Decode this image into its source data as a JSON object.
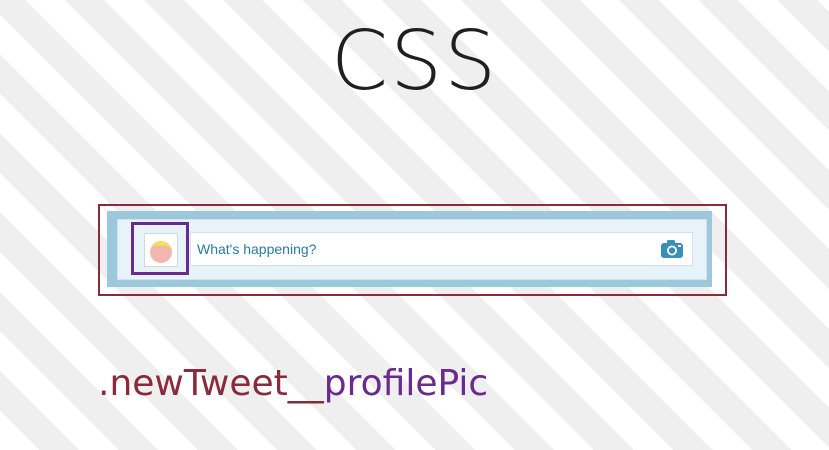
{
  "slide": {
    "title": "CSS"
  },
  "new_tweet": {
    "input_placeholder": "What's happening?",
    "camera_icon": "camera-icon",
    "profile_pic_icon": "avatar-face-icon"
  },
  "selector": {
    "block": ".newTweet",
    "separator": "__",
    "element": "profilePic"
  },
  "colors": {
    "block_highlight": "#8a2a3a",
    "element_highlight": "#6b2a8f",
    "tweet_frame": "#9cc8dc",
    "tweet_text": "#2a7aa3"
  }
}
